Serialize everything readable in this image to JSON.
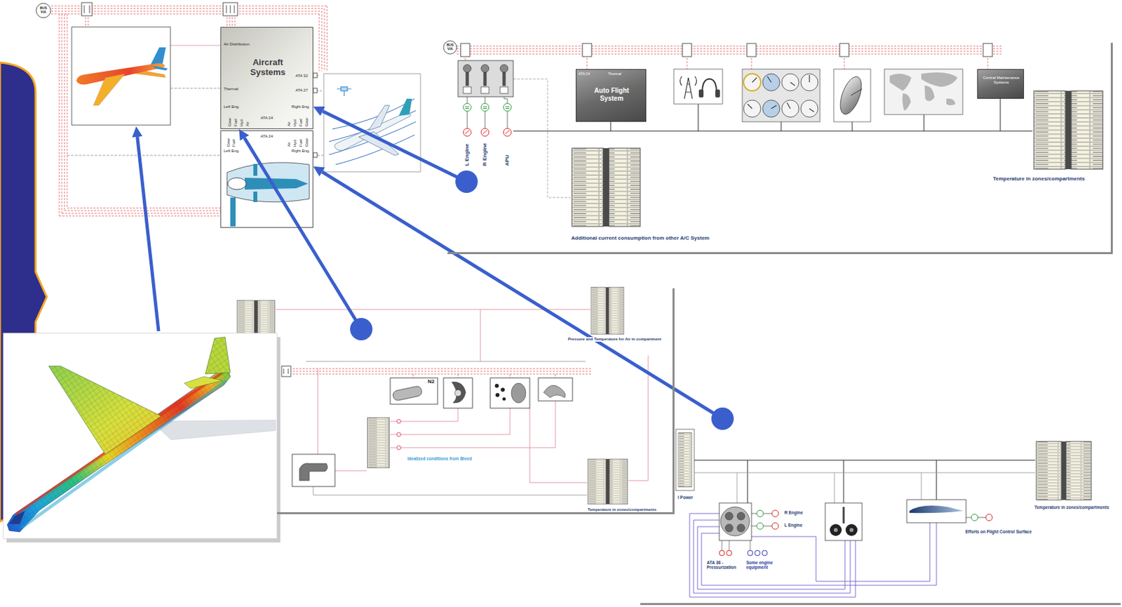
{
  "diagram": {
    "nodes": [
      {
        "text": [
          "Air Distribution",
          "Aircraft Systems",
          "ATA 32",
          "ATA 27",
          "Thermal",
          "Left Eng.",
          "Right Eng.",
          "Gear",
          "Fuel",
          "Hyd",
          "Air",
          "ATA 24",
          "Air",
          "Hyd",
          "Fuel",
          "Gear"
        ]
      },
      {
        "text": [
          "Gear",
          "Fuel",
          "ATA 24",
          "Air",
          "Hyd",
          "Fuel",
          "Gear",
          "Left Eng.",
          "Right Eng."
        ]
      },
      {
        "text": [
          "L Engine",
          "R Engine",
          "APU",
          "Additional current consumption from other A/C System",
          "Temperature in zones/compartments"
        ]
      },
      {
        "text": [
          "ATA 24",
          "Thermal",
          "Auto Flight System"
        ],
        "in": 2
      },
      {
        "text": [
          "Central Maintenance Systems"
        ],
        "in": 2
      },
      {
        "text": [
          "Pressure and Temperature for Air in compartment",
          "N2",
          "Idealized conditions from Bleed",
          "Temperature in zones/compartments"
        ]
      },
      {
        "text": [
          "R Engine",
          "L Engine",
          "ATA 36 - Pressurization",
          "Some engine equipment",
          "Efforts on Flight Control Surface",
          "Temperature in zones/compartments"
        ]
      }
    ],
    "edges": [
      {
        "from": 2,
        "to": 0,
        "arrow": "to"
      },
      {
        "from": 5,
        "to": 0,
        "arrow": "to"
      },
      {
        "from": 6,
        "to": 1,
        "arrow": "to"
      }
    ],
    "labels": [
      "BUS VIA",
      "BUS VIA",
      "l Power"
    ]
  }
}
